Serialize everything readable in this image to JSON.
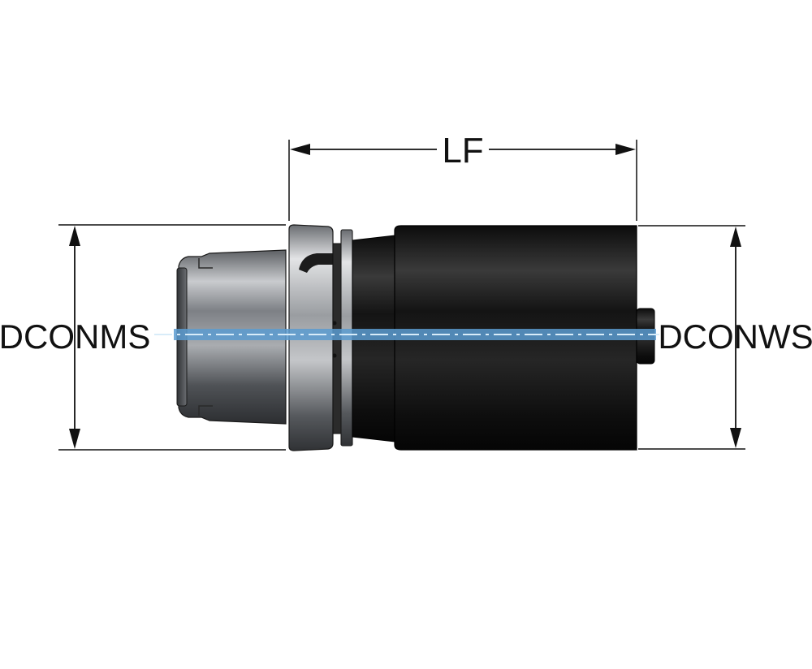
{
  "labels": {
    "lf": "LF",
    "dconms": "DCONMS",
    "dconws": "DCONWS"
  },
  "colors": {
    "background": "#ffffff",
    "dimension_line": "#111111",
    "centerline": "#8fc3e6",
    "centerline_core": "#2a6fa8",
    "body_dark": "#161616",
    "taper_steel": "#8e9196",
    "flange_steel": "#b9bcc0"
  }
}
